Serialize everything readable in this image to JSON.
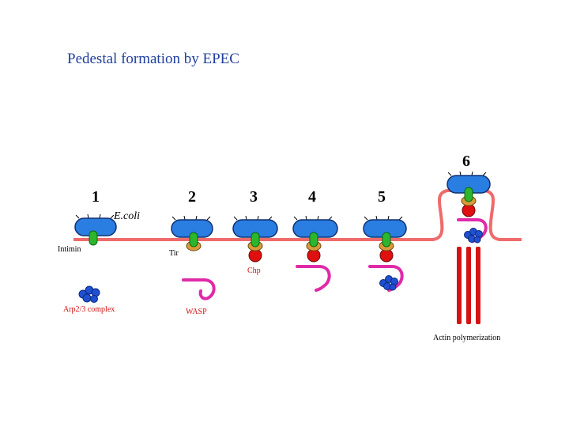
{
  "title": "Pedestal formation by EPEC",
  "steps": [
    "1",
    "2",
    "3",
    "4",
    "5",
    "6"
  ],
  "labels": {
    "ecoli": "E.coli",
    "intimin": "Intimin",
    "tir": "Tir",
    "chp": "Chp",
    "arp": "Arp2/3 complex",
    "wasp": "WASP",
    "actin": "Actin polymerization"
  },
  "colors": {
    "title": "#1f3f9e",
    "bacterium": "#2a7de1",
    "membrane": "#ef6b6b",
    "intimin": "#2db52d",
    "tir": "#d89a3a",
    "chp": "#e01010",
    "wasp": "#e02aa8",
    "arp": "#2050d0",
    "actin": "#d41414"
  }
}
